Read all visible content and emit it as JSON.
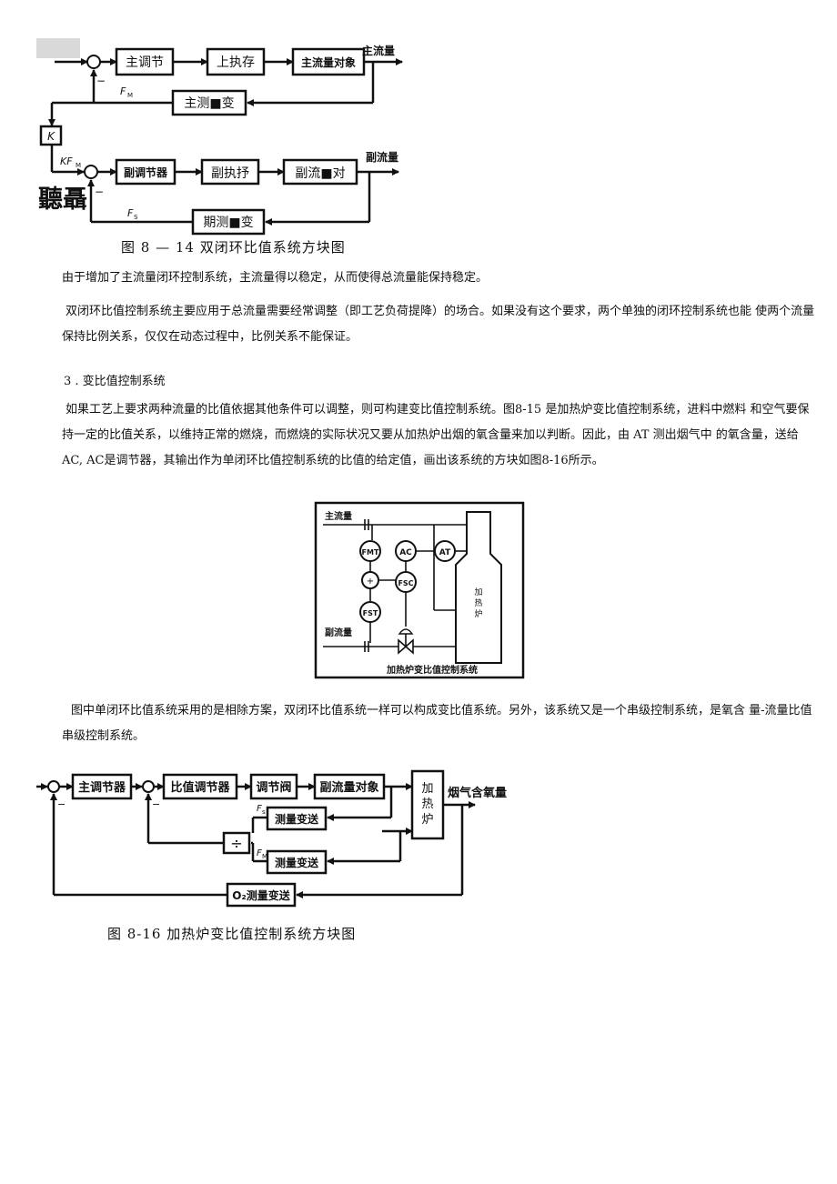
{
  "fig14": {
    "blocks": {
      "main_ctrl": "主调节",
      "main_act": "上执存",
      "main_obj": "主流量对象",
      "main_meas": "主测■变",
      "k": "K",
      "sub_ctrl": "副调节器",
      "sub_act": "副执抒",
      "sub_obj": "副流■对",
      "sub_meas": "期测■变"
    },
    "labels": {
      "main_flow": "主流量",
      "sub_flow": "副流量",
      "fm": "F",
      "fm_sub": "M",
      "kfm": "KF",
      "kfm_sub": "M",
      "fs": "F",
      "fs_sub": "S",
      "minus": "−",
      "garbled": "聽聶"
    },
    "caption": "图 8 — 14 双闭环比值系统方块图"
  },
  "text": {
    "p1": "由于增加了主流量闭环控制系统，主流量得以稳定，从而使得总流量能保持稳定。",
    "p2": "双闭环比值控制系统主要应用于总流量需要经常调整（即工艺负荷提降）的场合。如果没有这个要求，两个单独的闭环控制系统也能 使两个流量保持比例关系，仅仅在动态过程中，比例关系不能保证。",
    "sec3": "3 . 变比值控制系统",
    "p3": "如果工艺上要求两种流量的比值依据其他条件可以调整，则可构建变比值控制系统。图8-15 是加热炉变比值控制系统，进料中燃料 和空气要保持一定的比值关系，以维持正常的燃烧，而燃烧的实际状况又要从加热炉出烟的氧含量来加以判断。因此，由 AT 测出烟气中 的氧含量，送给AC, AC是调节器，其输出作为单闭环比值控制系统的比值的给定值，画出该系统的方块如图8-16所示。",
    "p4": "图中单闭环比值系统采用的是相除方案，双闭环比值系统一样可以构成变比值系统。另外，该系统又是一个串级控制系统，是氧含 量-流量比值串级控制系统。"
  },
  "fig15": {
    "main_flow": "主流量",
    "sub_flow": "副流量",
    "fmt": "FMT",
    "ac": "AC",
    "at": "AT",
    "plus": "+",
    "fsc": "FSC",
    "fst": "FST",
    "furnace": [
      "加",
      "热",
      "炉"
    ],
    "caption": "加热炉变比值控制系统"
  },
  "fig16": {
    "blocks": {
      "main_ctrl": "主调节器",
      "ratio_ctrl": "比值调节器",
      "valve": "调节阀",
      "sub_obj": "副流量对象",
      "furnace": [
        "加",
        "热",
        "炉"
      ],
      "meas_s": "测量变送",
      "meas_m": "测量变送",
      "div": "÷",
      "o2": "O₂测量变送"
    },
    "labels": {
      "output": "烟气含氧量",
      "fs": "F",
      "fs_sub": "s",
      "fm": "F",
      "fm_sub": "M",
      "minus": "−"
    },
    "caption": "图 8-16 加热炉变比值控制系统方块图"
  }
}
